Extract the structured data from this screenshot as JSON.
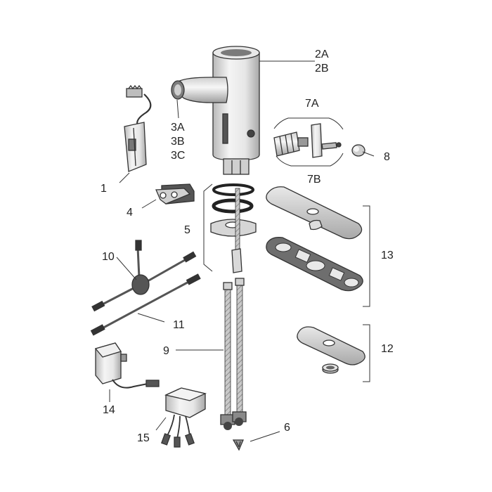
{
  "labels": {
    "l1": "1",
    "l2a": "2A",
    "l2b": "2B",
    "l3a": "3A",
    "l3b": "3B",
    "l3c": "3C",
    "l4": "4",
    "l5": "5",
    "l6": "6",
    "l7a": "7A",
    "l7b": "7B",
    "l8": "8",
    "l9": "9",
    "l10": "10",
    "l11": "11",
    "l12": "12",
    "l13": "13",
    "l14": "14",
    "l15": "15"
  },
  "colors": {
    "outline": "#333333",
    "body_light": "#f2f2f2",
    "body_shade": "#bdbdbd",
    "dark_part": "#555555",
    "plate": "#d9d9d9",
    "hose": "#8a8a8a"
  }
}
